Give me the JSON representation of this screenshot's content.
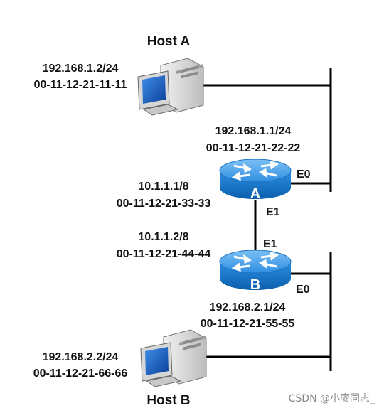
{
  "host_a": {
    "name": "Host A",
    "ip": "192.168.1.2/24",
    "mac": "00-11-12-21-11-11"
  },
  "host_b": {
    "name": "Host B",
    "ip": "192.168.2.2/24",
    "mac": "00-11-12-21-66-66"
  },
  "router_a": {
    "letter": "A",
    "e0": {
      "label": "E0",
      "ip": "192.168.1.1/24",
      "mac": "00-11-12-21-22-22"
    },
    "e1": {
      "label": "E1",
      "ip": "10.1.1.1/8",
      "mac": "00-11-12-21-33-33"
    }
  },
  "router_b": {
    "letter": "B",
    "e1": {
      "label": "E1",
      "ip": "10.1.1.2/8",
      "mac": "00-11-12-21-44-44"
    },
    "e0": {
      "label": "E0",
      "ip": "192.168.2.1/24",
      "mac": "00-11-12-21-55-55"
    }
  },
  "watermark": "CSDN @小廖同志_",
  "colors": {
    "router": "#1f7fd1",
    "router_top": "#4fa3e8",
    "line": "#000000"
  }
}
